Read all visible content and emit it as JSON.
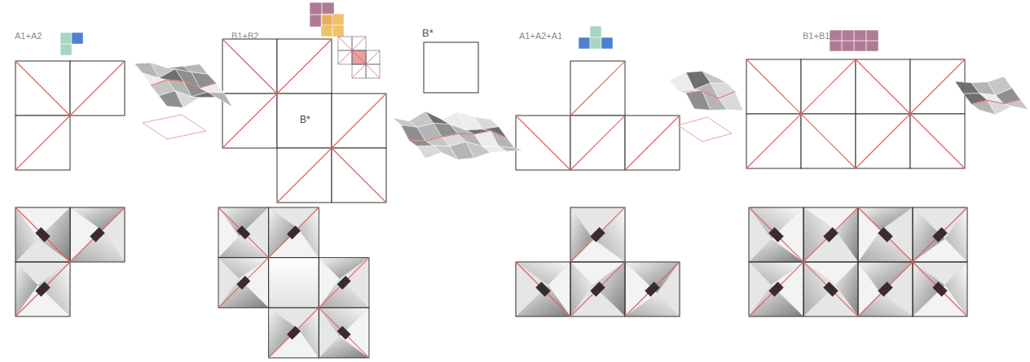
{
  "diagram": {
    "labels": [
      "A1+A2",
      "B1+B2",
      "B*",
      "B*",
      "A1+A2+A1",
      "B1+B1"
    ]
  }
}
